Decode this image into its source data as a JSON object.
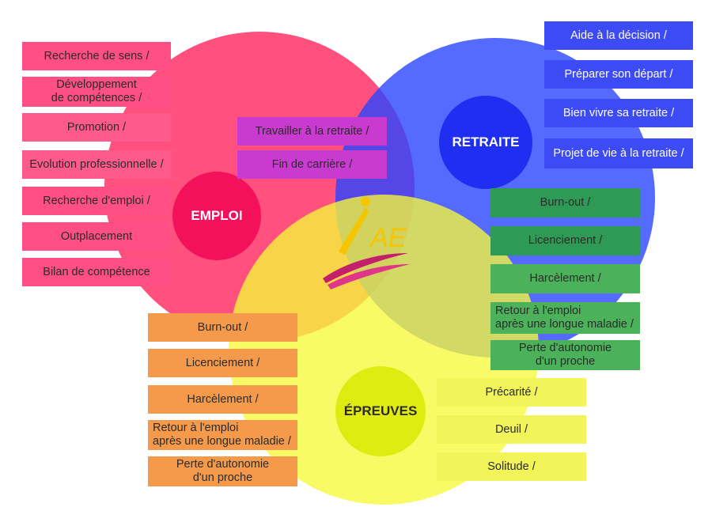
{
  "diagram": {
    "circles": [
      {
        "id": "emploi",
        "hub_label": "EMPLOI",
        "fill": "#ff3d70",
        "hub_fill": "#f2115a"
      },
      {
        "id": "retraite",
        "hub_label": "RETRAITE",
        "fill": "#2b45ff",
        "hub_fill": "#1f2ef0"
      },
      {
        "id": "epreuves",
        "hub_label": "ÉPREUVES",
        "fill": "#f6fa3a",
        "hub_fill": "#e0ec10"
      }
    ],
    "logo": {
      "text": "AE",
      "colors": [
        "#f5c600",
        "#c41f6b",
        "#e0368a"
      ]
    }
  },
  "emploi_items": [
    "Recherche de sens /",
    "Développement\nde compétences /",
    "Promotion /",
    "Evolution professionnelle /",
    "Recherche d'emploi /",
    "Outplacement",
    "Bilan de compétence"
  ],
  "emploi_retraite_items": [
    "Travailler à la retraite /",
    "Fin de carrière /"
  ],
  "retraite_items": [
    "Aide à la décision /",
    "Préparer son départ /",
    "Bien vivre sa retraite /",
    "Projet de vie à la retraite /"
  ],
  "green_items": [
    "Burn-out /",
    "Licenciement /",
    "Harcèlement /",
    "Retour à l'emploi\naprès une longue maladie /",
    "Perte d'autonomie\nd'un proche"
  ],
  "orange_items": [
    "Burn-out /",
    "Licenciement /",
    "Harcèlement /",
    "Retour à l'emploi\naprès une longue maladie /",
    "Perte d'autonomie\nd'un proche"
  ],
  "yellow_items": [
    "Précarité /",
    "Deuil /",
    "Solitude /"
  ]
}
